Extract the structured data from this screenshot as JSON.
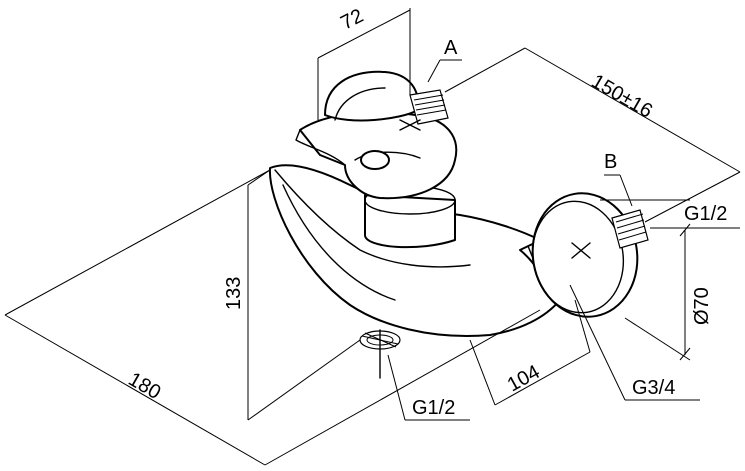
{
  "dimensions": {
    "top_width": "72",
    "length_adjust": "150±16",
    "height": "133",
    "overall_length": "180",
    "outlet_offset": "104",
    "flange_diameter": "Ø70"
  },
  "labels": {
    "point_a": "A",
    "point_b": "B",
    "thread_right": "G1/2",
    "thread_bottom": "G1/2",
    "thread_outlet": "G3/4"
  }
}
